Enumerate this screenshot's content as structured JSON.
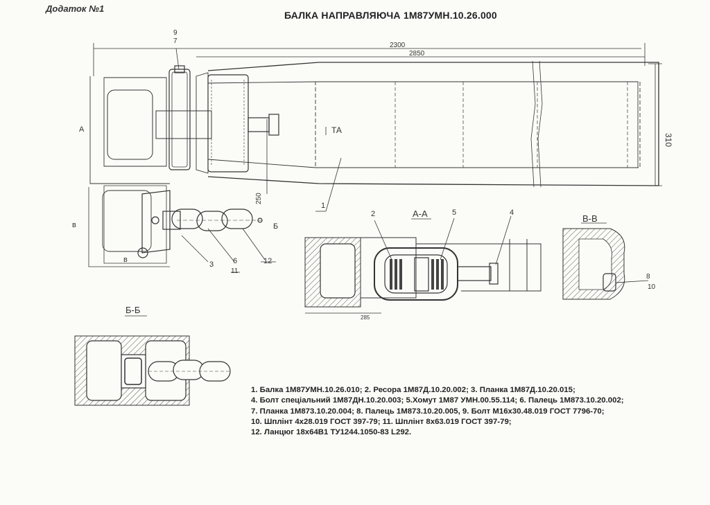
{
  "header": {
    "appendix": "Додаток №1",
    "title": "БАЛКА НАПРАВЛЯЮЧА 1М87УМН.10.26.000"
  },
  "dimensions": {
    "overall_length": "2300",
    "beam_length": "2850",
    "height": "310",
    "pin_offset": "250",
    "section_width": "285"
  },
  "section_labels": {
    "aa": "А-А",
    "bb": "Б-Б",
    "vv": "В-В",
    "a_mark": "А",
    "b_mark": "в",
    "v_mark": "в",
    "b_mark_right": "Б",
    "ta_mark": "ТА"
  },
  "callouts": {
    "c1": "1",
    "c2": "2",
    "c3": "3",
    "c4": "4",
    "c5": "5",
    "c6": "6",
    "c8": "8",
    "c9": "9",
    "c7": "7",
    "c10": "10",
    "c11": "11",
    "c12": "12"
  },
  "legend": [
    "1. Балка 1М87УМН.10.26.010; 2. Ресора  1М87Д.10.20.002; 3. Планка 1М87Д.10.20.015;",
    "4. Болт спеціальний 1М87ДН.10.20.003; 5.Хомут 1М87 УМН.00.55.114; 6. Палець 1М873.10.20.002;",
    "7. Планка 1М873.10.20.004; 8. Палець 1М873.10.20.005, 9. Болт М16х30.48.019 ГОСТ 7796-70;",
    "10. Шплінт 4х28.019 ГОСТ 397-79; 11. Шплінт 8х63.019 ГОСТ 397-79;",
    "12. Ланцюг 18х64В1 ТУ1244.1050-83 L292."
  ]
}
